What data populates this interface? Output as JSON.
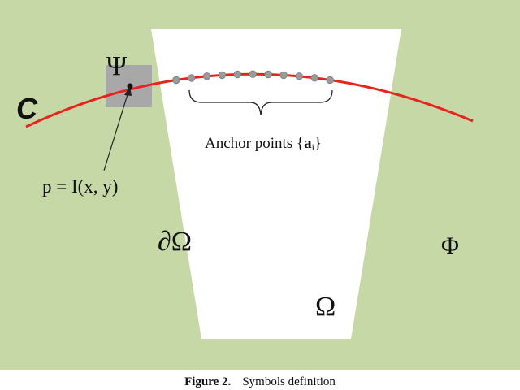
{
  "figure": {
    "colors": {
      "background": "#c6d8a6",
      "region_omega": "#ffffff",
      "curve": "#e8221d",
      "anchor_points": "#9a9a9a",
      "patch": "#a8a8a8",
      "text": "#111111"
    },
    "labels": {
      "curve": "C",
      "patch": "Ψ",
      "point": "p = I(x, y)",
      "anchor_points": "Anchor points {",
      "anchor_symbol": "a",
      "anchor_sub": "i",
      "anchor_close": "}",
      "boundary": "∂Ω",
      "region": "Ω",
      "outside": "Φ"
    },
    "anchor_count": 11
  },
  "caption": {
    "label": "Figure 2.",
    "text": "Symbols definition"
  }
}
